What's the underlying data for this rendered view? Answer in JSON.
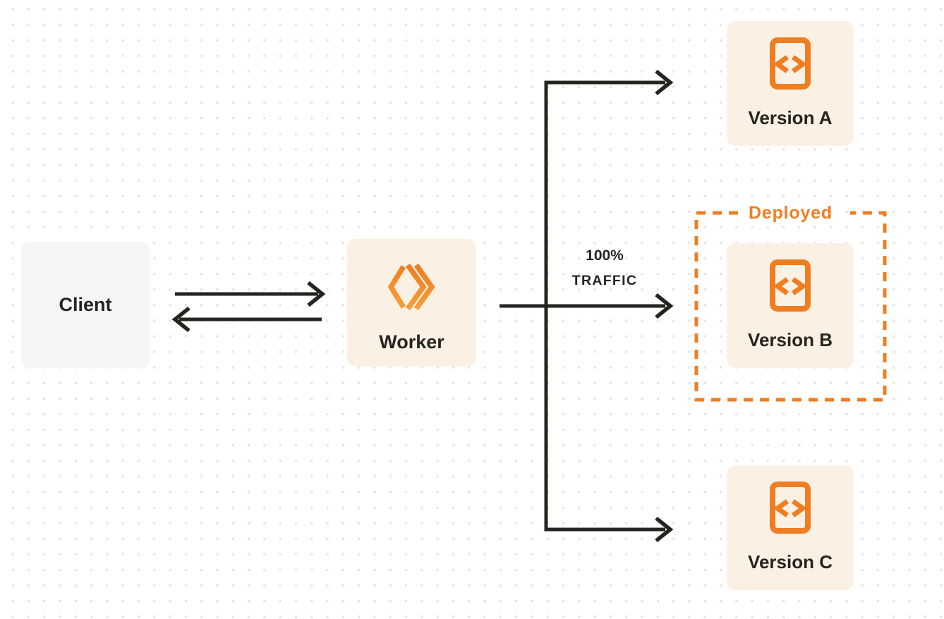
{
  "colors": {
    "background": "#FFFFFF",
    "dot_grid": "#E4E4E4",
    "ink": "#26241F",
    "orange": "#EF7E22",
    "orange_light": "#F8A43F",
    "node_cream": "#FAF1E4",
    "client_gray": "#F6F6F7"
  },
  "nodes": {
    "client": {
      "label": "Client"
    },
    "worker": {
      "label": "Worker",
      "icon": "cloudflare-workers-logo"
    },
    "version_a": {
      "label": "Version A",
      "icon": "code-file"
    },
    "version_b": {
      "label": "Version B",
      "icon": "code-file",
      "status": "Deployed"
    },
    "version_c": {
      "label": "Version C",
      "icon": "code-file"
    }
  },
  "annotations": {
    "traffic_percent": "100%",
    "traffic_word": "TRAFFIC",
    "deployed": "Deployed"
  }
}
